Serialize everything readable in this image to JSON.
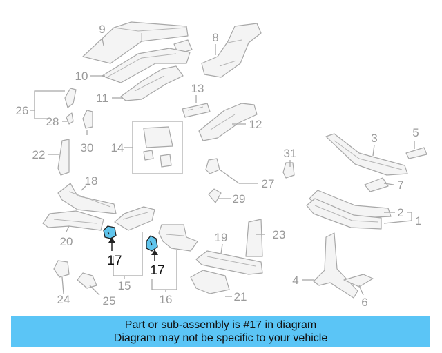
{
  "diagram": {
    "highlight_color": "#5bc5f6",
    "callouts": {
      "n1": "1",
      "n2": "2",
      "n3": "3",
      "n4": "4",
      "n5": "5",
      "n6": "6",
      "n7": "7",
      "n8": "8",
      "n9": "9",
      "n10": "10",
      "n11": "11",
      "n12": "12",
      "n13": "13",
      "n14": "14",
      "n15": "15",
      "n16": "16",
      "n17a": "17",
      "n17b": "17",
      "n18": "18",
      "n19": "19",
      "n20": "20",
      "n21": "21",
      "n22": "22",
      "n23": "23",
      "n24": "24",
      "n25": "25",
      "n26": "26",
      "n27": "27",
      "n28": "28",
      "n29": "29",
      "n30": "30",
      "n31": "31"
    }
  },
  "banner": {
    "line1": "Part or sub-assembly is #17 in diagram",
    "line2": "Diagram may not be specific to your vehicle"
  }
}
